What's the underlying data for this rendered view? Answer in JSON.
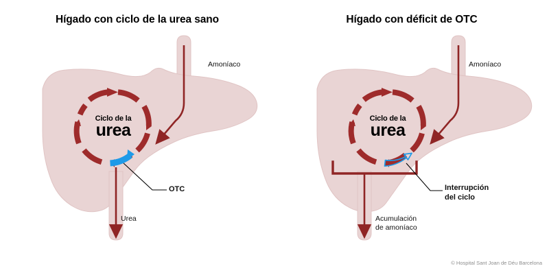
{
  "colors": {
    "liver_fill": "#e9d4d4",
    "liver_stroke": "#e0c4c4",
    "cycle_red": "#9e2b2b",
    "vessel_red": "#8f2525",
    "otc_blue": "#1e9ae8",
    "text": "#111111",
    "credit": "#8d8d8d",
    "background": "#ffffff"
  },
  "panels": [
    {
      "id": "healthy",
      "title": "Hígado con ciclo de la urea sano",
      "cycle_label_small": "Ciclo de la",
      "cycle_label_large": "urea",
      "inflow_label": "Amoníaco",
      "outflow_label": "Urea",
      "enzyme_label": "OTC",
      "enzyme_state": "present"
    },
    {
      "id": "otc-deficit",
      "title": "Hígado con déficit de OTC",
      "cycle_label_small": "Ciclo de la",
      "cycle_label_large": "urea",
      "inflow_label": "Amoníaco",
      "outflow_label_line1": "Acumulación",
      "outflow_label_line2": "de amoníaco",
      "block_label_line1": "Interrupción",
      "block_label_line2": "del ciclo",
      "enzyme_state": "absent"
    }
  ],
  "credit": "© Hospital Sant Joan de Déu Barcelona"
}
